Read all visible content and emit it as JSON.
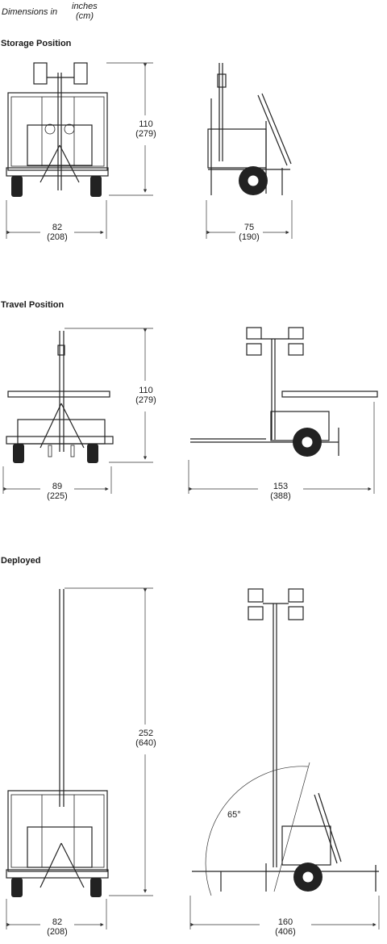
{
  "header": {
    "title": "Dimensions in",
    "unit_primary": "inches",
    "unit_secondary": "(cm)"
  },
  "sections": [
    {
      "title": "Storage Position",
      "front": {
        "height_in": "110",
        "height_cm": "(279)",
        "width_in": "82",
        "width_cm": "(208)"
      },
      "side": {
        "length_in": "75",
        "length_cm": "(190)"
      }
    },
    {
      "title": "Travel Position",
      "front": {
        "height_in": "110",
        "height_cm": "(279)",
        "width_in": "89",
        "width_cm": "(225)"
      },
      "side": {
        "length_in": "153",
        "length_cm": "(388)"
      }
    },
    {
      "title": "Deployed",
      "front": {
        "height_in": "252",
        "height_cm": "(640)",
        "width_in": "82",
        "width_cm": "(208)"
      },
      "side": {
        "length_in": "160",
        "length_cm": "(406)",
        "angle": "65°"
      }
    }
  ]
}
